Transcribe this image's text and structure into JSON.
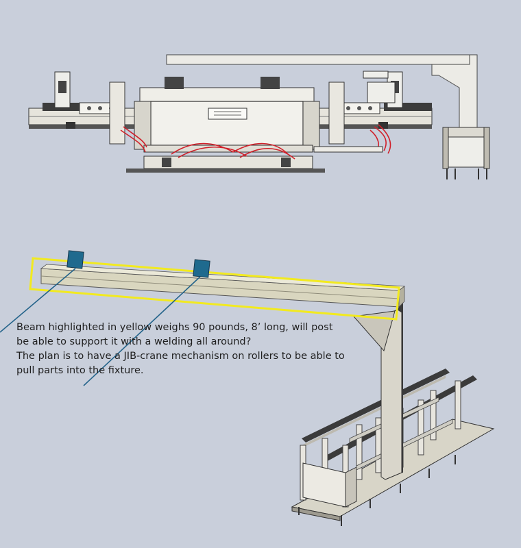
{
  "annotation": {
    "lines": [
      "Beam highlighted in yellow weighs 90 pounds, 8’ long, will post",
      "be able to support it with a welding all around?",
      "The plan is to have a JIB-crane mechanism on rollers to be able to",
      "pull parts into the fixture."
    ]
  },
  "colors": {
    "background": "#c9cfdb",
    "highlight": "#f2ea1f",
    "beam": "#d9d6bf",
    "callout_marker": "#1f6a8e",
    "callout_line": "#23638a",
    "steel_light": "#eae8e1",
    "steel_dark": "#3a3a3a",
    "wiring": "#d0202a"
  },
  "icons": {
    "top_view": "jib-crane-fixture-side-view",
    "iso_view": "jib-crane-isometric-view"
  }
}
